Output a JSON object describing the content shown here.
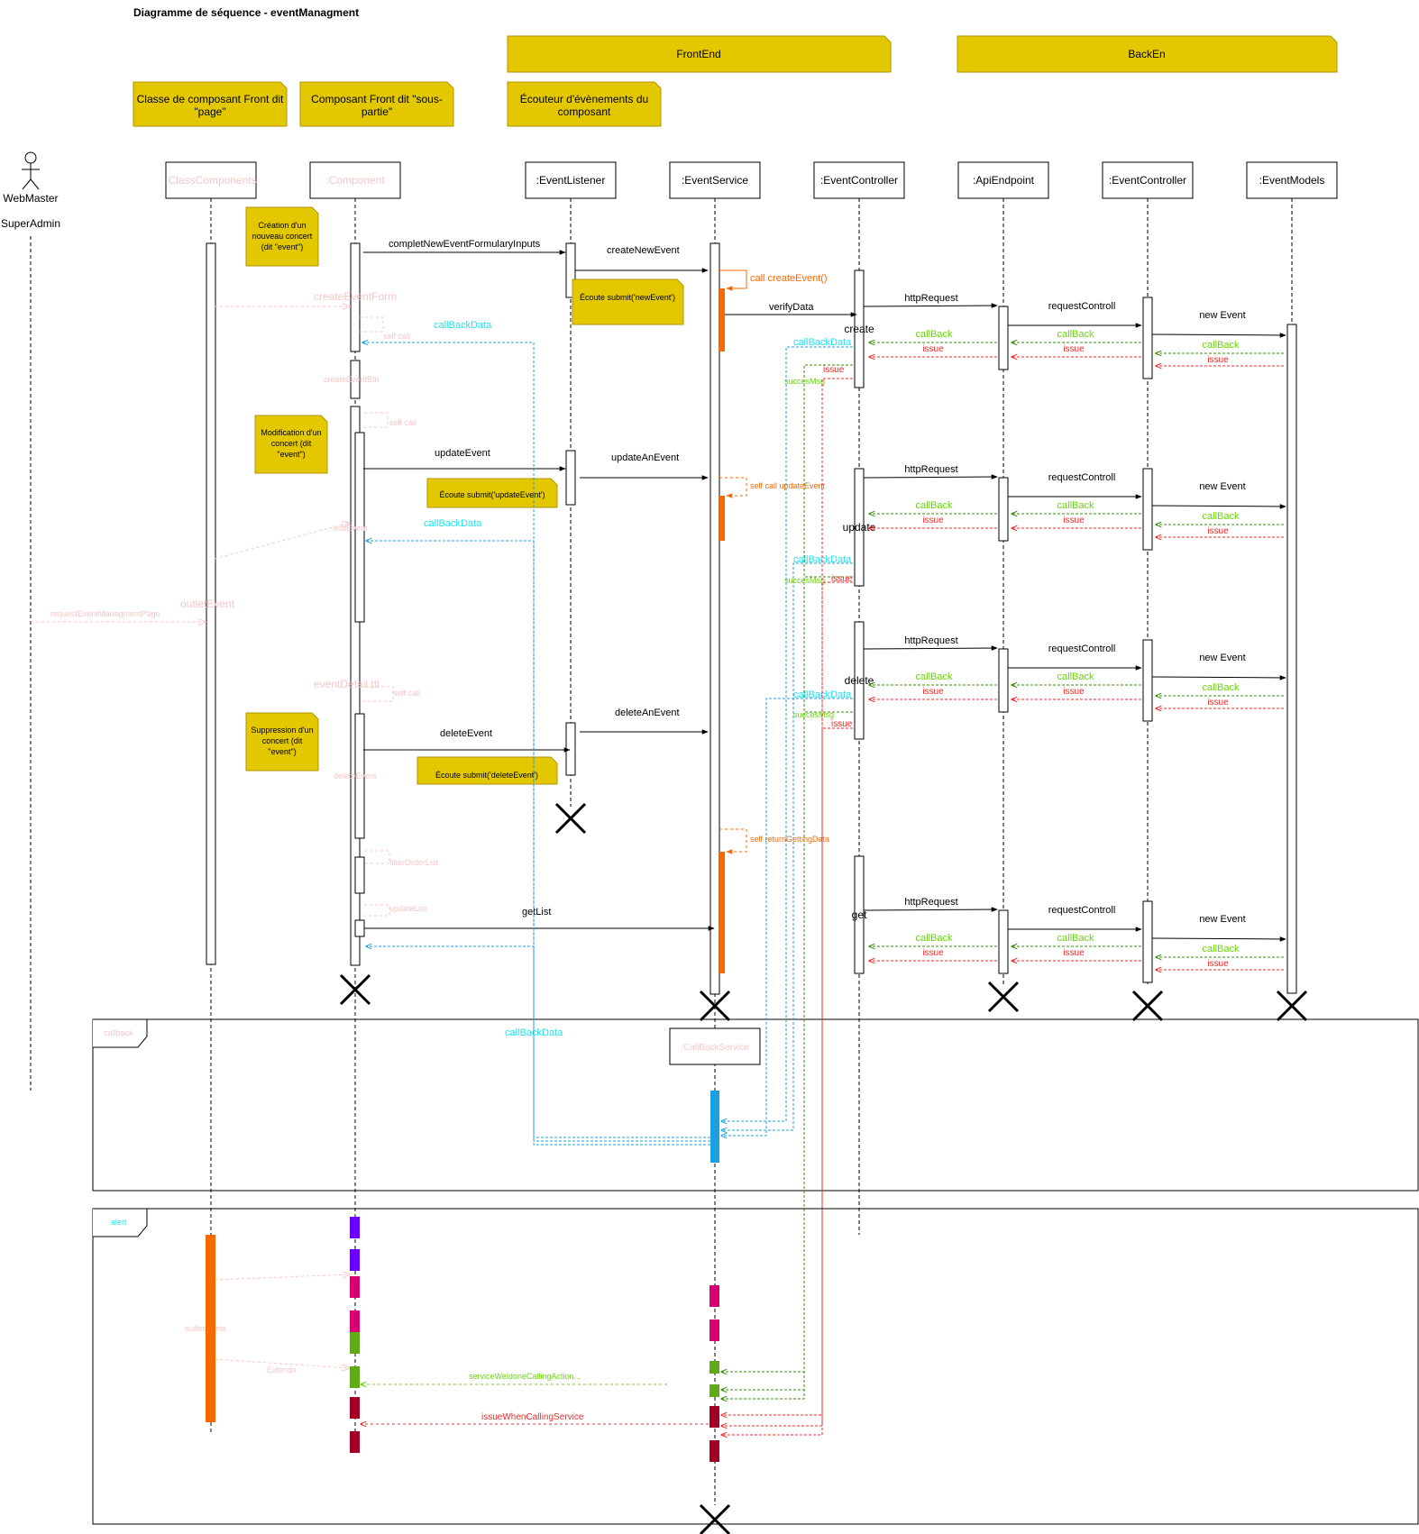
{
  "title": "Diagramme de séquence - eventManagment",
  "notes": {
    "frontend": "FrontEnd",
    "backend": "BackEn",
    "page_class_l1": "Classe de composant Front dit",
    "page_class_l2": "\"page\"",
    "component_l1": "Composant Front dit \"sous-",
    "component_l2": "partie\"",
    "listener_l1": "Écouteur d'évènements du",
    "listener_l2": "composant",
    "create_l1": "Création d'un",
    "create_l2": "nouveau concert",
    "create_l3": "(dit \"event\")",
    "modify_l1": "Modification d'un",
    "modify_l2": "concert (dit",
    "modify_l3": "\"event\")",
    "delete_l1": "Suppression d'un",
    "delete_l2": "concert (dit",
    "delete_l3": "\"event\")",
    "listen_new": "Écoute submit('newEvent')",
    "listen_update": "Écoute submit('updateEvent')",
    "listen_delete": "Écoute submit('deleteEvent')"
  },
  "actor": {
    "name_l1": "WebMaster",
    "name_l2": "SuperAdmin"
  },
  "lifelines": [
    ":ClassComponents",
    ":Component",
    ":EventListener",
    ":EventService",
    ":EventController",
    ":ApiEndpoint",
    ":EventController",
    ":EventModels"
  ],
  "messages": {
    "completForm": "completNewEventFormularyInputs",
    "createNewEvent": "createNewEvent",
    "callCreate": "call createEvent()",
    "verifyData": "verifyData",
    "create": "create",
    "update": "update",
    "delete": "delete",
    "get": "get",
    "httpRequest": "httpRequest",
    "requestControll": "requestControll",
    "newEvent": "new Event",
    "callBack": "callBack",
    "issue": "issue",
    "callBackData": "callBackData",
    "succesMsg": "succesMsg",
    "updateEvent": "updateEvent",
    "updateAnEvent": "updateAnEvent",
    "selfCallUpdate": "self call updateEvent",
    "deleteEvent": "deleteEvent",
    "deleteAnEvent": "deleteAnEvent",
    "selfReturnGetting": "self returnGettingData",
    "getList": "getList",
    "createEventForm": "createEventForm",
    "selfCall": "self call",
    "createEventBtn": "createEventBtn",
    "editEvent": "editEvent",
    "outletEvent": "outletEvent",
    "requestPage": "requestEventManagmentPage",
    "eventDetail": "eventDetail.ttl",
    "filterOrderList": "filterOrderList",
    "updateList": "updateList",
    "serviceWelldone": "serviceWeldoneCallingAction...",
    "issueWhenCalling": "issueWhenCallingService",
    "outletAlerte": "outletAlerte",
    "extends": "Extends"
  },
  "frames": {
    "callback": "callback",
    "callbackService": ":CallBackService",
    "alert": "alert"
  },
  "colors": {
    "note": "#e3c800",
    "noteBorder": "#b09500",
    "orange": "#fa6800",
    "cyan": "#1ee2f0",
    "blueLine": "#1ba1e2",
    "green": "#6bd40c",
    "darkGreen": "#3a8c0a",
    "red": "#f52727",
    "purple": "#6a00ff",
    "magenta": "#d80073",
    "darkRed": "#a20025",
    "faint": "#f7c6c6"
  }
}
